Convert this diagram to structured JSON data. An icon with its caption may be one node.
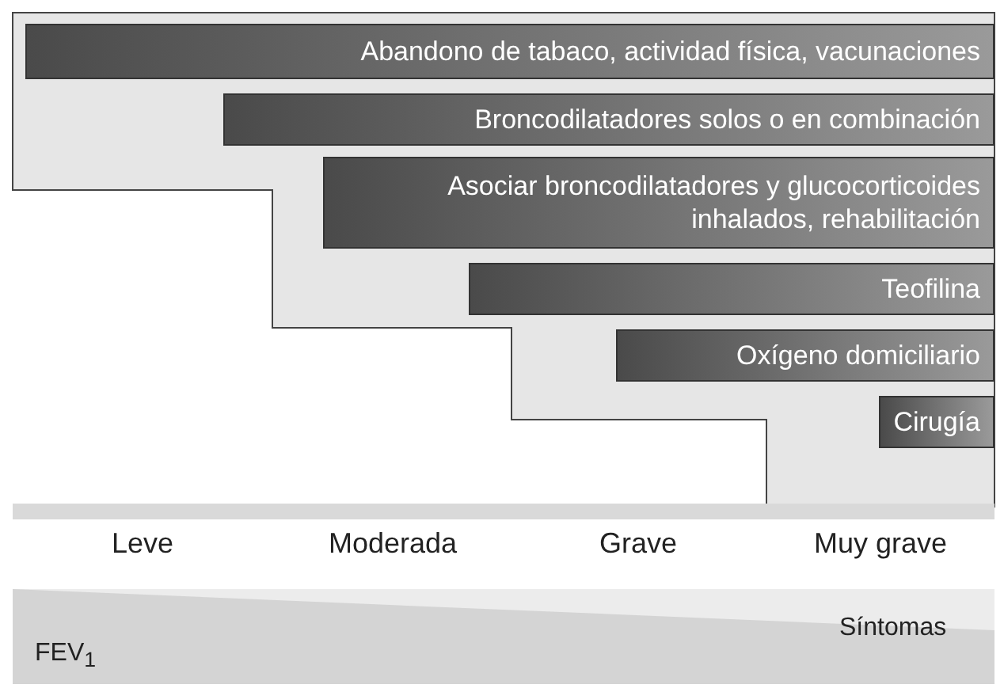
{
  "diagram": {
    "nodes": [
      {
        "text": [
          "Abandono de tabaco, actividad física, vacunaciones"
        ]
      },
      {
        "text": [
          "Broncodilatadores solos o en combinación"
        ]
      },
      {
        "text": [
          "Asociar broncodilatadores y glucocorticoides inhalados, rehabilitación"
        ]
      },
      {
        "text": [
          "Teofilina"
        ]
      },
      {
        "text": [
          "Oxígeno domiciliario"
        ]
      },
      {
        "text": [
          "Cirugía"
        ]
      }
    ],
    "edges": [],
    "labels": [
      "Leve",
      "Moderada",
      "Grave",
      "Muy grave",
      "Síntomas",
      "FEV$_{1}$"
    ]
  }
}
